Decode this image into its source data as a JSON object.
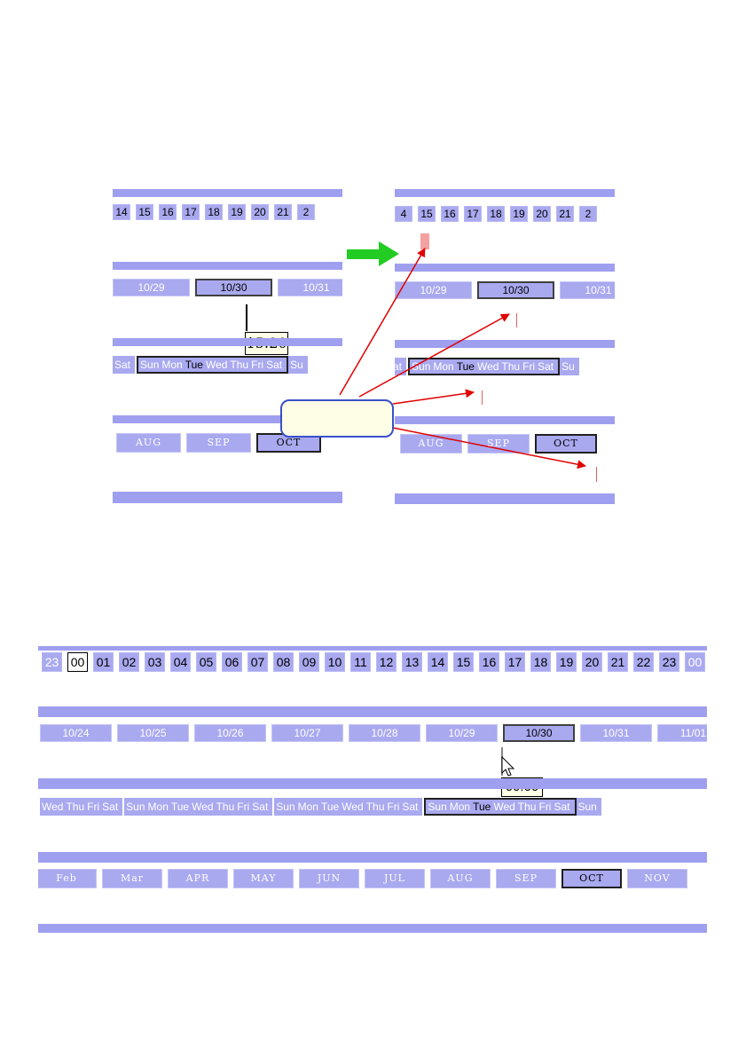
{
  "left": {
    "hours": [
      "14",
      "15",
      "16",
      "17",
      "18",
      "19",
      "20",
      "21",
      "2"
    ],
    "dates": [
      "10/29",
      "10/30",
      "10/31"
    ],
    "weekdays": [
      "Sat",
      "Sun",
      "Mon",
      "Tue",
      "Wed",
      "Thu",
      "Fri",
      "Sat",
      "Su"
    ],
    "months": [
      "AUG",
      "SEP",
      "OCT"
    ],
    "tooltip": "15:20"
  },
  "right": {
    "hours": [
      "4",
      "15",
      "16",
      "17",
      "18",
      "19",
      "20",
      "21",
      "2"
    ],
    "dates": [
      "10/29",
      "10/30",
      "10/31"
    ],
    "weekdays": [
      "at",
      "Sun",
      "Mon",
      "Tue",
      "Wed",
      "Thu",
      "Fri",
      "Sat",
      "Su"
    ],
    "months": [
      "AUG",
      "SEP",
      "OCT"
    ]
  },
  "bottom": {
    "hours": [
      "23",
      "00",
      "01",
      "02",
      "03",
      "04",
      "05",
      "06",
      "07",
      "08",
      "09",
      "10",
      "11",
      "12",
      "13",
      "14",
      "15",
      "16",
      "17",
      "18",
      "19",
      "20",
      "21",
      "22",
      "23",
      "00"
    ],
    "dates": [
      "10/24",
      "10/25",
      "10/26",
      "10/27",
      "10/28",
      "10/29",
      "10/30",
      "10/31",
      "11/01"
    ],
    "weekday_groups": [
      [
        "Wed",
        "Thu",
        "Fri",
        "Sat"
      ],
      [
        "Sun",
        "Mon",
        "Tue",
        "Wed",
        "Thu",
        "Fri",
        "Sat"
      ],
      [
        "Sun",
        "Mon",
        "Tue",
        "Wed",
        "Thu",
        "Fri",
        "Sat"
      ],
      [
        "Sun",
        "Mon",
        "Tue",
        "Wed",
        "Thu",
        "Fri",
        "Sat"
      ],
      [
        "Sun"
      ]
    ],
    "months": [
      "Feb",
      "Mar",
      "APR",
      "MAY",
      "JUN",
      "JUL",
      "AUG",
      "SEP",
      "OCT",
      "NOV"
    ],
    "tooltip": "00:00"
  },
  "colors": {
    "band": "#9f9ff0",
    "cell": "#a9a9f0",
    "arrow_red": "#e00000",
    "arrow_green": "#22cc22",
    "marker_pink": "#f4a0a0"
  },
  "icons": {
    "cursor": "mouse-pointer-icon",
    "green_arrow": "arrow-right-icon"
  }
}
